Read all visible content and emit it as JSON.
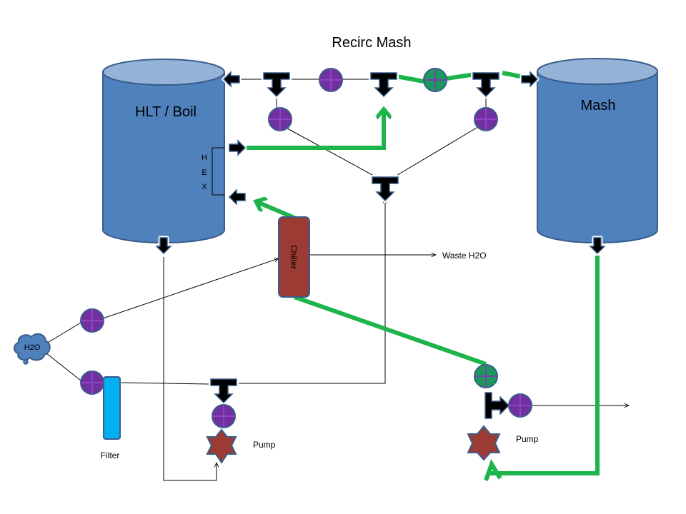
{
  "title": "Recirc Mash",
  "vessels": {
    "hlt": "HLT / Boil",
    "mash": "Mash"
  },
  "hex_letters": [
    "H",
    "E",
    "X"
  ],
  "chiller_label": "Chiller",
  "waste_label": "Waste H2O",
  "water_source": "H2O",
  "filter_label": "Filter",
  "pump_labels": [
    "Pump",
    "Pump"
  ],
  "colors": {
    "vessel": "#4f81bd",
    "vessel_top": "#95b3d7",
    "vessel_stroke": "#385d8a",
    "active_flow": "#1db44b",
    "valve_closed": "#7030a0",
    "valve_open": "#1a9a5a",
    "chiller": "#9b3b34",
    "pump": "#9b3b34",
    "filter": "#00b0f0",
    "fitting": "#000000"
  }
}
